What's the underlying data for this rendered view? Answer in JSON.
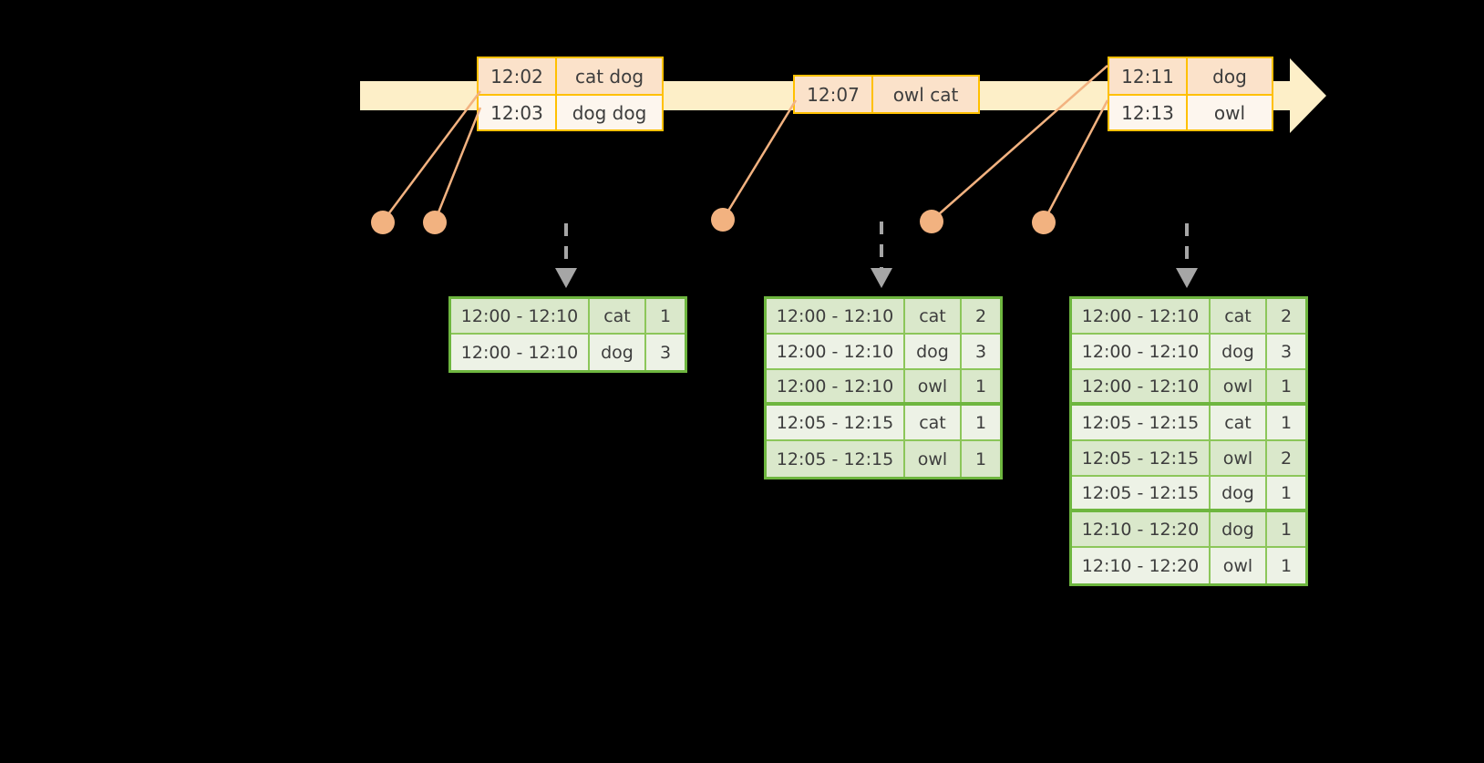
{
  "timeline": {
    "label": "event-stream-timeline",
    "bar_color": "#fdefc8",
    "border_color": "#ffc000",
    "events": [
      {
        "id": "event-box-1",
        "rows": [
          {
            "time": "12:02",
            "value": "cat dog"
          },
          {
            "time": "12:03",
            "value": "dog dog"
          }
        ]
      },
      {
        "id": "event-box-2",
        "rows": [
          {
            "time": "12:07",
            "value": "owl cat"
          }
        ]
      },
      {
        "id": "event-box-3",
        "rows": [
          {
            "time": "12:11",
            "value": "dog"
          },
          {
            "time": "12:13",
            "value": "owl"
          }
        ]
      }
    ]
  },
  "markers": {
    "dot_color": "#f2b280",
    "line_color": "#f2b280",
    "count": 5
  },
  "results": {
    "accent_color": "#6eb63f",
    "row_shade_a": "#dae8cb",
    "row_shade_b": "#edf2e6",
    "tables": [
      {
        "id": "result-table-1",
        "rows": [
          {
            "window": "12:00 - 12:10",
            "key": "cat",
            "count": "1",
            "group_end": false
          },
          {
            "window": "12:00 - 12:10",
            "key": "dog",
            "count": "3",
            "group_end": false
          }
        ]
      },
      {
        "id": "result-table-2",
        "rows": [
          {
            "window": "12:00 - 12:10",
            "key": "cat",
            "count": "2",
            "group_end": false
          },
          {
            "window": "12:00 - 12:10",
            "key": "dog",
            "count": "3",
            "group_end": false
          },
          {
            "window": "12:00 - 12:10",
            "key": "owl",
            "count": "1",
            "group_end": true
          },
          {
            "window": "12:05 - 12:15",
            "key": "cat",
            "count": "1",
            "group_end": false
          },
          {
            "window": "12:05 - 12:15",
            "key": "owl",
            "count": "1",
            "group_end": false
          }
        ]
      },
      {
        "id": "result-table-3",
        "rows": [
          {
            "window": "12:00 - 12:10",
            "key": "cat",
            "count": "2",
            "group_end": false
          },
          {
            "window": "12:00 - 12:10",
            "key": "dog",
            "count": "3",
            "group_end": false
          },
          {
            "window": "12:00 - 12:10",
            "key": "owl",
            "count": "1",
            "group_end": true
          },
          {
            "window": "12:05 - 12:15",
            "key": "cat",
            "count": "1",
            "group_end": false
          },
          {
            "window": "12:05 - 12:15",
            "key": "owl",
            "count": "2",
            "group_end": false
          },
          {
            "window": "12:05 - 12:15",
            "key": "dog",
            "count": "1",
            "group_end": true
          },
          {
            "window": "12:10 - 12:20",
            "key": "dog",
            "count": "1",
            "group_end": false
          },
          {
            "window": "12:10 - 12:20",
            "key": "owl",
            "count": "1",
            "group_end": false
          }
        ]
      }
    ]
  },
  "arrows": {
    "color": "#a6a6a6",
    "count": 3
  }
}
